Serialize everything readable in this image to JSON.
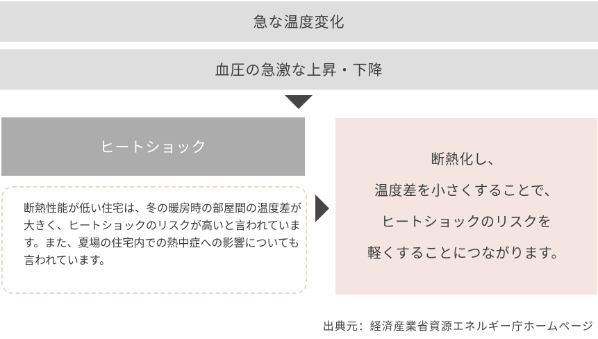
{
  "flow": {
    "step1": "急な温度変化",
    "step2": "血圧の急激な上昇・下降",
    "arrow_down_icon": "triangle-down",
    "result_label": "ヒートショック",
    "description": "断熱性能が低い住宅は、冬の暖房時の部屋間の温度差が大きく、ヒートショックのリスクが高いと言われています。また、夏場の住宅内での熱中症への影響についても言われています。",
    "arrow_right_icon": "triangle-right",
    "solution": {
      "lines": [
        "断熱化し、",
        "温度差を小さくすることで、",
        "ヒートショックのリスクを",
        "軽くすることにつながります。"
      ]
    }
  },
  "source": "出典元：経済産業省資源エネルギー庁ホームページ",
  "colors": {
    "band_bg": "#dedede",
    "heat_shock_bg": "#acacac",
    "dashed_border": "#ebd5cc",
    "solution_bg": "#f5e5e1",
    "arrow": "#464646"
  }
}
